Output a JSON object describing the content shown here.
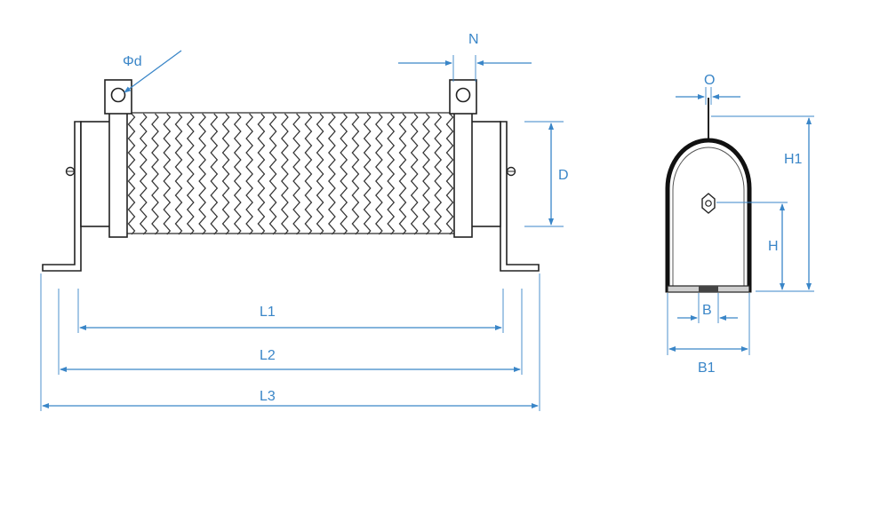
{
  "labels": {
    "phi_d": "Φd",
    "N": "N",
    "D": "D",
    "L1": "L1",
    "L2": "L2",
    "L3": "L3",
    "O": "O",
    "H1": "H1",
    "H": "H",
    "B": "B",
    "B1": "B1"
  },
  "colors": {
    "dimension": "#3a86c8",
    "outline": "#222222",
    "background": "#ffffff"
  }
}
